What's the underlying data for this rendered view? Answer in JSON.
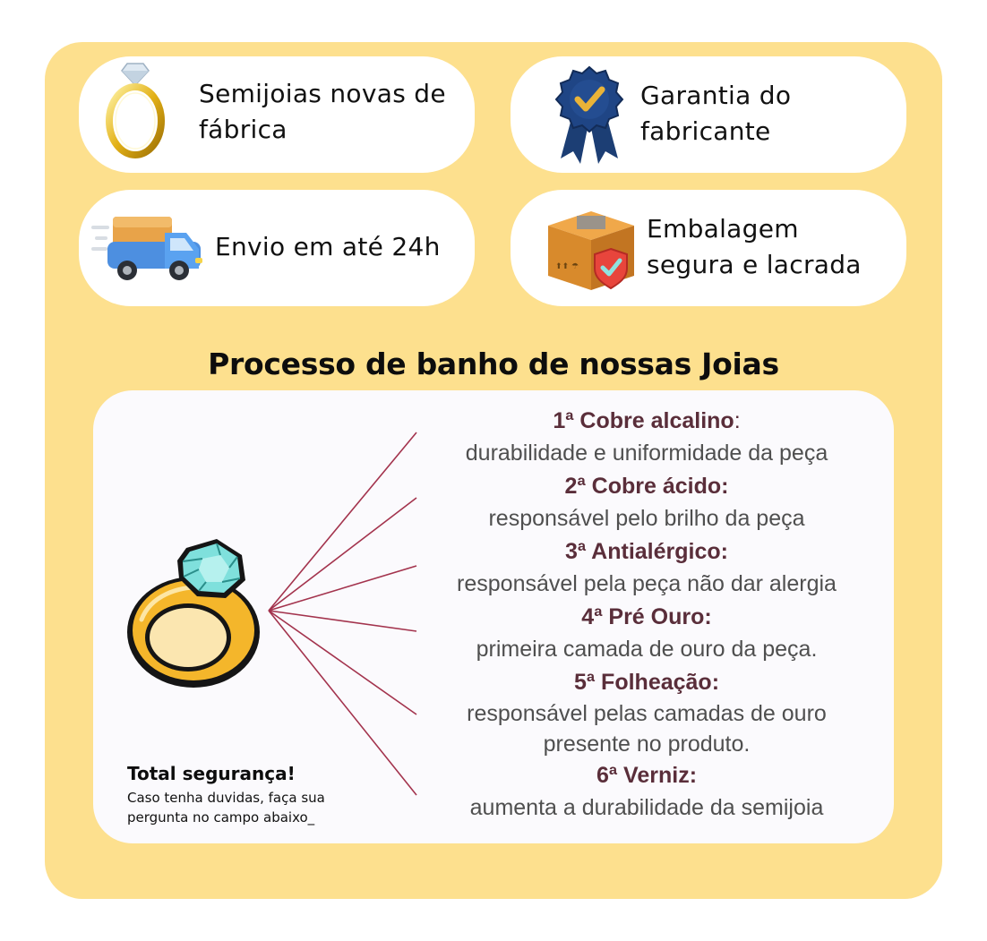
{
  "features": [
    {
      "label": "Semijoias novas de fábrica",
      "line1": "Semijoias novas de",
      "line2": "fábrica",
      "icon": "gold-ring-icon"
    },
    {
      "label": "Garantia do fabricante",
      "line1": "Garantia do",
      "line2": "fabricante",
      "icon": "award-ribbon-icon"
    },
    {
      "label": "Envio em até 24h",
      "line1": "Envio em até 24h",
      "icon": "delivery-truck-icon"
    },
    {
      "label": "Embalagem segura e lacrada",
      "line1": "Embalagem",
      "line2": "segura e lacrada",
      "icon": "sealed-box-icon"
    }
  ],
  "section_title": "Processo de banho de nossas Joias",
  "steps": [
    {
      "name": "1ª Cobre alcalino",
      "colon": ":",
      "desc": [
        "durabilidade e uniformidade da peça"
      ]
    },
    {
      "name": "2ª Cobre ácido:",
      "colon": "",
      "desc": [
        "responsável pelo brilho da peça"
      ]
    },
    {
      "name": "3ª Antialérgico:",
      "colon": "",
      "desc": [
        "responsável pela peça não dar alergia"
      ]
    },
    {
      "name": "4ª Pré Ouro:",
      "colon": "",
      "desc": [
        "primeira camada de ouro da peça."
      ]
    },
    {
      "name": "5ª Folheação:",
      "colon": "",
      "desc": [
        "responsável pelas camadas de ouro",
        "presente no produto."
      ]
    },
    {
      "name": "6ª Verniz:",
      "colon": "",
      "desc": [
        "aumenta a durabilidade da semijoia"
      ]
    }
  ],
  "safety": {
    "title": "Total segurança!",
    "line1": "Caso tenha duvidas, faça sua",
    "line2": "pergunta no campo abaixo_"
  },
  "colors": {
    "panel": "#fde08e",
    "step_name": "#5a2e3a",
    "step_desc": "#4f4f4f",
    "connector_lines": "#a3334d"
  }
}
